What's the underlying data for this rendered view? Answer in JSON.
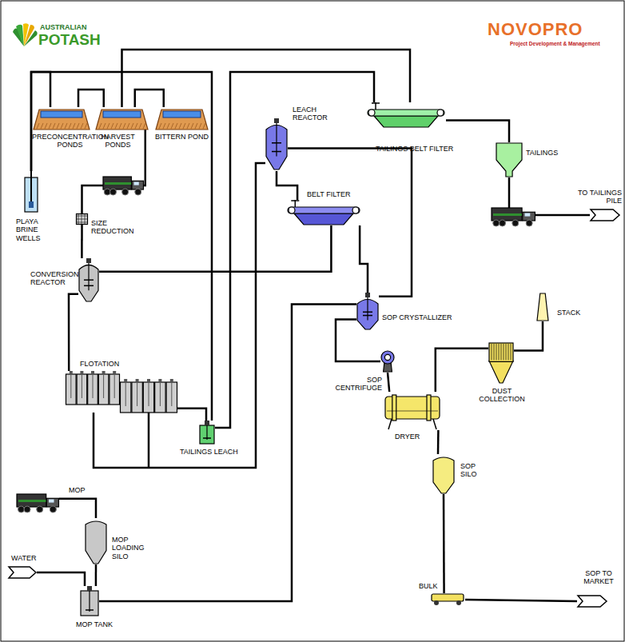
{
  "diagram": {
    "nodes": [
      {
        "text": [
          "PRECONCENTRATION PONDS"
        ]
      },
      {
        "text": [
          "HARVEST PONDS"
        ]
      },
      {
        "text": [
          "BITTERN POND"
        ]
      },
      {
        "text": [
          "TAILINGS BELT FILTER"
        ]
      },
      {
        "text": [
          "TAILINGS"
        ]
      },
      {
        "text": [
          "TO TAILINGS PILE"
        ]
      },
      {
        "text": [
          "PLAYA BRINE WELLS"
        ]
      },
      {
        "text": [
          "LEACH REACTOR"
        ]
      },
      {
        "text": [
          "BELT FILTER"
        ]
      },
      {
        "text": [
          "SIZE REDUCTION"
        ]
      },
      {
        "text": [
          "CONVERSION REACTOR"
        ]
      },
      {
        "text": [
          "SOP CRYSTALLIZER"
        ]
      },
      {
        "text": [
          "STACK"
        ]
      },
      {
        "text": [
          "SOP CENTRIFUGE"
        ]
      },
      {
        "text": [
          "DUST COLLECTION"
        ]
      },
      {
        "text": [
          "FLOTATION"
        ]
      },
      {
        "text": [
          "TAILINGS LEACH"
        ]
      },
      {
        "text": [
          "DRYER"
        ]
      },
      {
        "text": [
          "SOP SILO"
        ]
      },
      {
        "text": [
          "MOP"
        ]
      },
      {
        "text": [
          "MOP LOADING SILO"
        ]
      },
      {
        "text": [
          "WATER"
        ]
      },
      {
        "text": [
          "MOP TANK"
        ]
      },
      {
        "text": [
          "BULK"
        ]
      },
      {
        "text": [
          "SOP TO MARKET"
        ]
      }
    ],
    "edges": [
      {
        "from": 6,
        "to": 0,
        "arrow": "none"
      },
      {
        "from": 0,
        "to": 1,
        "arrow": "none"
      },
      {
        "from": 1,
        "to": 2,
        "arrow": "none"
      },
      {
        "from": 6,
        "to": 16,
        "arrow": "none"
      },
      {
        "from": 3,
        "to": 1,
        "arrow": "none"
      },
      {
        "from": 1,
        "to": 9,
        "arrow": "none"
      },
      {
        "from": 9,
        "to": 10,
        "arrow": "none"
      },
      {
        "from": 10,
        "to": 15,
        "arrow": "none"
      },
      {
        "from": 15,
        "to": 16,
        "arrow": "none"
      },
      {
        "from": 15,
        "to": 7,
        "arrow": "none"
      },
      {
        "from": 16,
        "to": 3,
        "arrow": "none"
      },
      {
        "from": 7,
        "to": 8,
        "arrow": "none"
      },
      {
        "from": 8,
        "to": 10,
        "arrow": "none"
      },
      {
        "from": 8,
        "to": 11,
        "arrow": "none"
      },
      {
        "from": 11,
        "to": 7,
        "arrow": "none"
      },
      {
        "from": 11,
        "to": 13,
        "arrow": "none"
      },
      {
        "from": 13,
        "to": 17,
        "arrow": "none"
      },
      {
        "from": 17,
        "to": 14,
        "arrow": "none"
      },
      {
        "from": 14,
        "to": 12,
        "arrow": "none"
      },
      {
        "from": 17,
        "to": 18,
        "arrow": "none"
      },
      {
        "from": 18,
        "to": 23,
        "arrow": "none"
      },
      {
        "from": 23,
        "to": 24,
        "arrow": "none"
      },
      {
        "from": 3,
        "to": 4,
        "arrow": "none"
      },
      {
        "from": 4,
        "to": 5,
        "arrow": "none"
      },
      {
        "from": 19,
        "to": 20,
        "arrow": "none"
      },
      {
        "from": 20,
        "to": 22,
        "arrow": "none"
      },
      {
        "from": 21,
        "to": 22,
        "arrow": "none"
      },
      {
        "from": 22,
        "to": 11,
        "arrow": "none"
      }
    ],
    "labels": [
      "AUSTRALIAN",
      "POTASH",
      "NOVOPRO",
      "Project Development & Management"
    ]
  }
}
